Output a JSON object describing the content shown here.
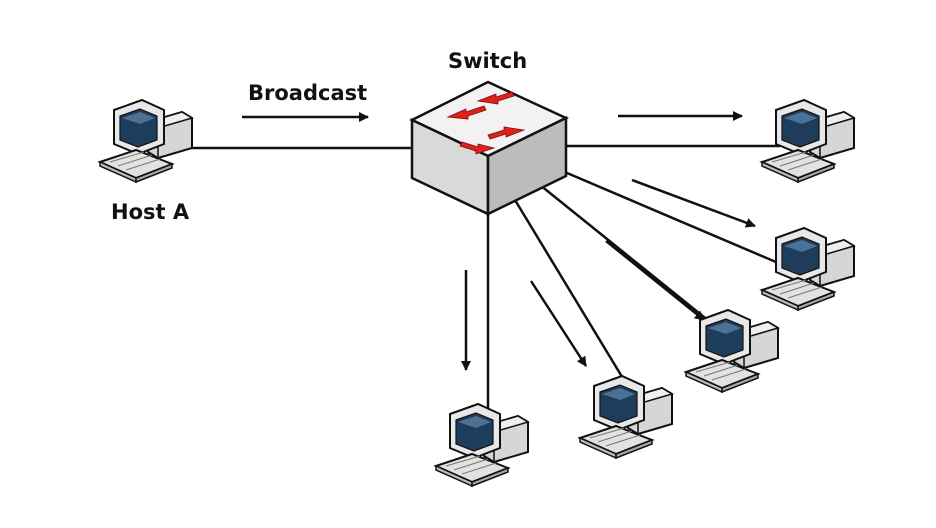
{
  "labels": {
    "switch": "Switch",
    "broadcast": "Broadcast",
    "host_a": "Host A"
  },
  "colors": {
    "line": "#111111",
    "switch_front": "#d9d9d9",
    "switch_side": "#bcbcbc",
    "switch_top": "#f2f2f2",
    "switch_arrows": "#e0201a",
    "computer_body": "#e6e6e6",
    "computer_screen": "#1e3d5c"
  },
  "icons": {
    "switch": "network-switch-icon",
    "computer": "desktop-computer-icon"
  }
}
